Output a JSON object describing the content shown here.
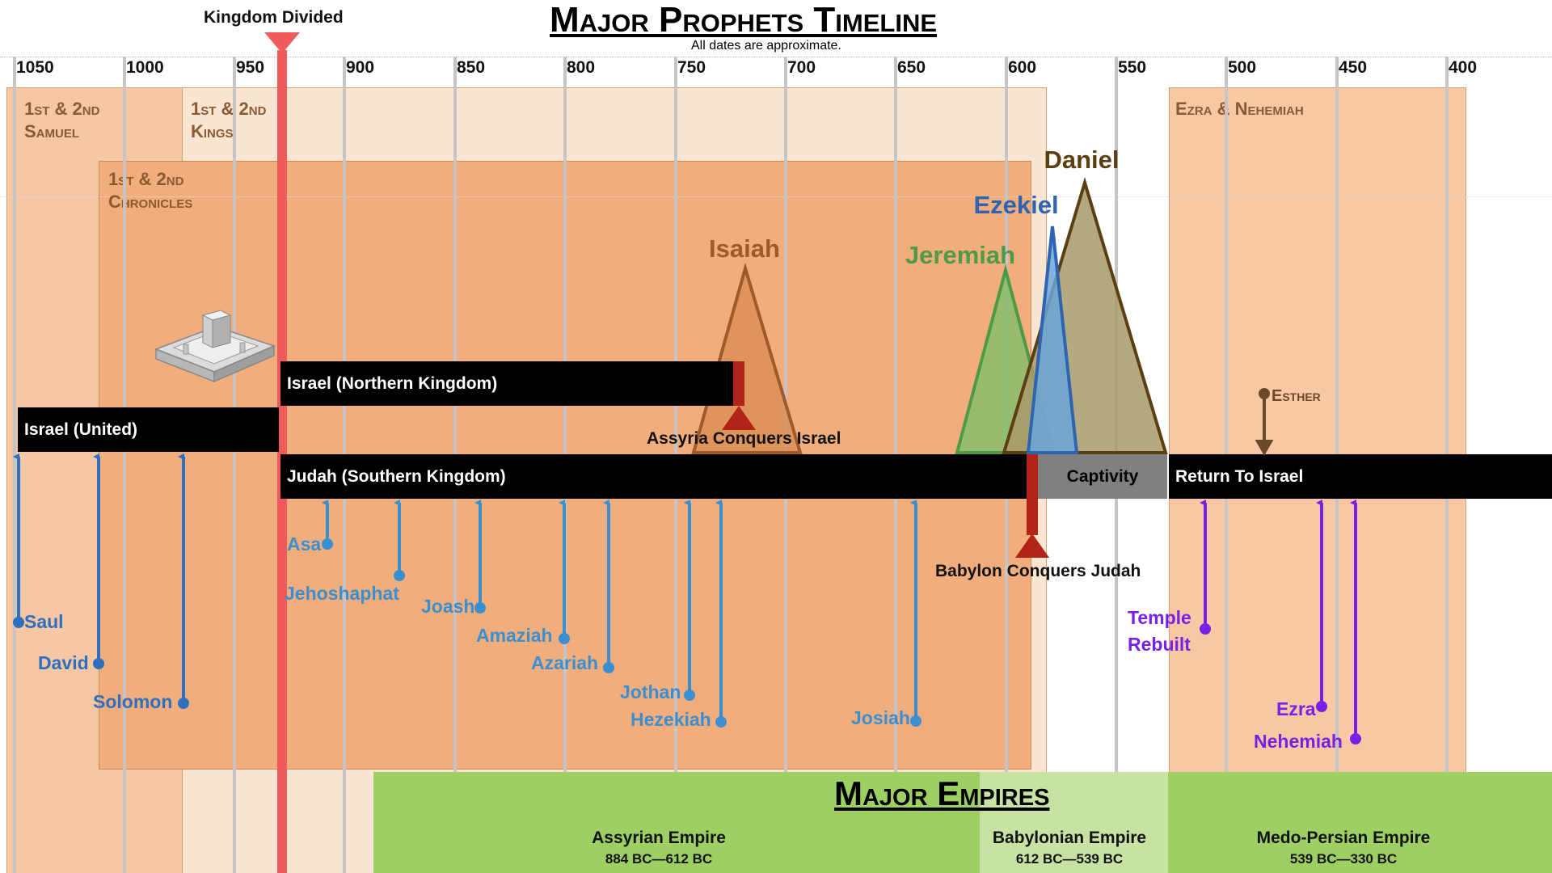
{
  "title": "Major Prophets Timeline",
  "subtitle": "All dates are approximate.",
  "ticks": [
    "1050",
    "1000",
    "950",
    "900",
    "850",
    "800",
    "750",
    "700",
    "650",
    "600",
    "550",
    "500",
    "450",
    "400"
  ],
  "books": [
    {
      "label": "1st & 2nd\nSamuel"
    },
    {
      "label": "1st & 2nd\nKings"
    },
    {
      "label": "1st & 2nd\nChronicles"
    },
    {
      "label": "Ezra & Nehemiah"
    }
  ],
  "divider": {
    "label": "Kingdom Divided",
    "color": "#f05a5a"
  },
  "kingdoms": {
    "united": "Israel (United)",
    "north": "Israel (Northern Kingdom)",
    "judah": "Judah (Southern Kingdom)",
    "captivity": "Captivity",
    "return": "Return To Israel"
  },
  "events": {
    "assyria": "Assyria Conquers Israel",
    "babylon": "Babylon Conquers Judah",
    "esther": "Esther"
  },
  "kings_united": [
    "Saul",
    "David",
    "Solomon"
  ],
  "kings_judah": [
    "Asa",
    "Jehoshaphat",
    "Joash",
    "Amaziah",
    "Azariah",
    "Jothan",
    "Hezekiah",
    "Josiah"
  ],
  "post_exile": [
    "Temple\nRebuilt",
    "Ezra",
    "Nehemiah"
  ],
  "prophets": [
    {
      "name": "Isaiah",
      "color": "#a0592a"
    },
    {
      "name": "Jeremiah",
      "color": "#4e9a47"
    },
    {
      "name": "Ezekiel",
      "color": "#2e64b0"
    },
    {
      "name": "Daniel",
      "color": "#5b3f12"
    }
  ],
  "empires_title": "Major Empires",
  "empires": [
    {
      "name": "Assyrian Empire",
      "dates": "884 BC—612 BC",
      "color": "#9ecf63"
    },
    {
      "name": "Babylonian Empire",
      "dates": "612 BC—539 BC",
      "color": "#c7e2a2"
    },
    {
      "name": "Medo-Persian Empire",
      "dates": "539 BC—330 BC",
      "color": "#9ecf63"
    }
  ],
  "icon": "temple-model-icon",
  "colors": {
    "book_light": "#f9e4d2",
    "book_mid": "#f6c7a4",
    "book_dark": "#f0ad7b",
    "king_arrow": "#3a8fd0",
    "purple": "#7a1fe6",
    "conquest": "#b22318"
  }
}
